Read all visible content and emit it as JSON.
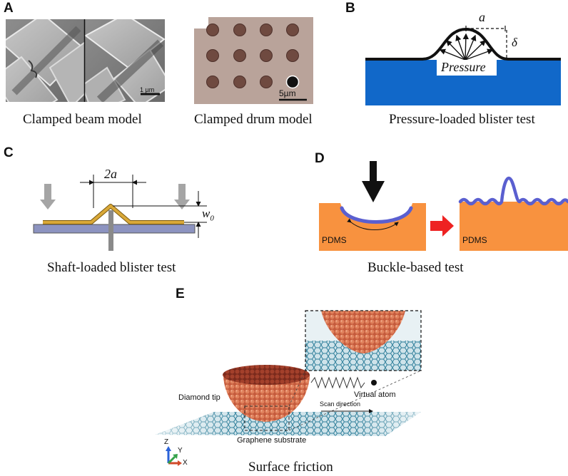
{
  "panels": {
    "A": {
      "label": "A",
      "scale_bar_beam": "1 µm",
      "scale_bar_drum": "5µm",
      "caption_beam": "Clamped beam model",
      "caption_drum": "Clamped drum model"
    },
    "B": {
      "label": "B",
      "radius_symbol": "a",
      "deflection_symbol": "δ",
      "pressure_text": "Pressure",
      "caption": "Pressure-loaded blister test"
    },
    "C": {
      "label": "C",
      "width_symbol": "2a",
      "height_symbol": "w0",
      "height_symbol_base": "w",
      "height_symbol_sub": "0",
      "caption": "Shaft-loaded blister test"
    },
    "D": {
      "label": "D",
      "substrate_left": "PDMS",
      "substrate_right": "PDMS",
      "caption": "Buckle-based test"
    },
    "E": {
      "label": "E",
      "diamond_tip": "Diamond tip",
      "virtual_atom": "Virtual atom",
      "scan_direction": "Scan direction",
      "graphene_substrate": "Graphene substrate",
      "axis_z": "Z",
      "axis_y": "Y",
      "axis_x": "X",
      "caption": "Surface friction"
    }
  },
  "colors": {
    "substrate_blue": "#1168c9",
    "pdms_orange": "#f8923f",
    "film_blue": "#5a5fd0",
    "gold_film": "#d9a838",
    "arrow_red": "#ee2222",
    "atom_orange": "#d9714c",
    "graphene_teal": "#3a8fa8"
  }
}
